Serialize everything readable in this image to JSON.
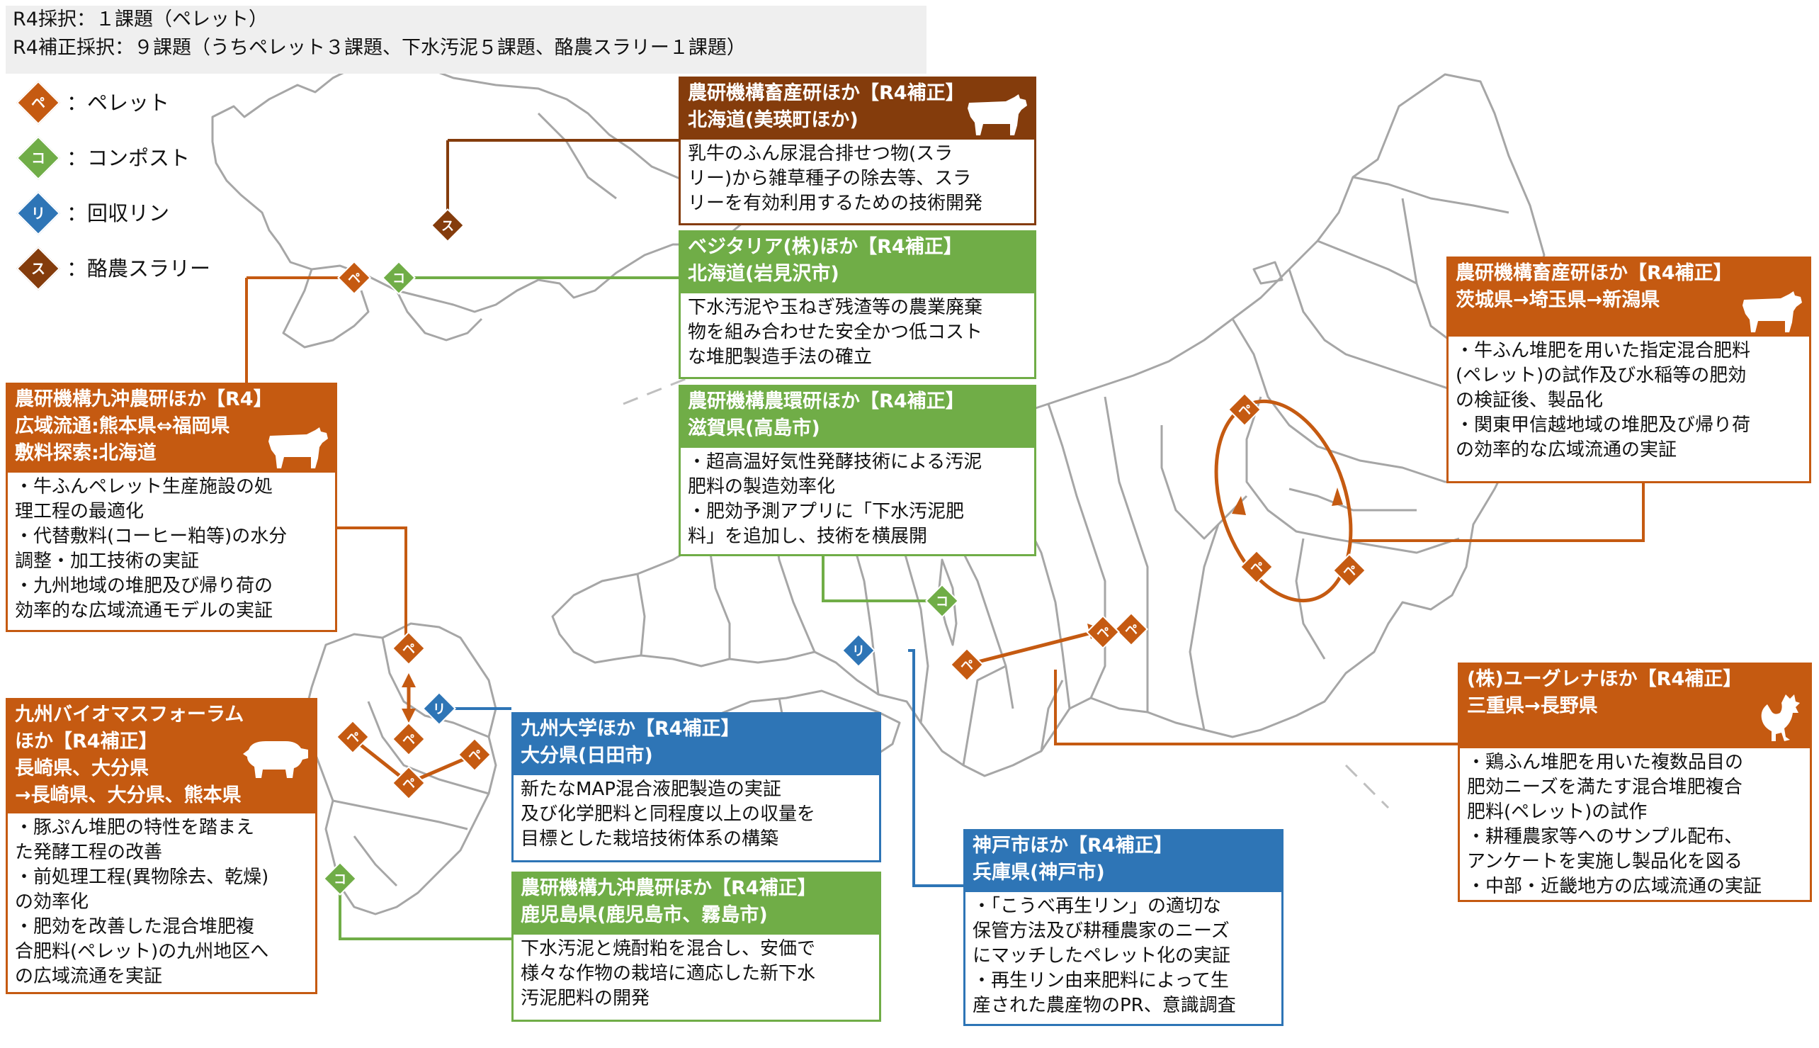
{
  "summary": {
    "line1": "R4採択：１課題（ペレット）",
    "line2": "R4補正採択：９課題（うちペレット３課題、下水汚泥５課題、酪農スラリー１課題）"
  },
  "legend": [
    {
      "char": "ペ",
      "label": "：ペレット",
      "color": "#c55a11"
    },
    {
      "char": "コ",
      "label": "：コンポスト",
      "color": "#70ad47"
    },
    {
      "char": "リ",
      "label": "：回収リン",
      "color": "#2e75b6"
    },
    {
      "char": "ス",
      "label": "：酪農スラリー",
      "color": "#843c0c"
    }
  ],
  "colors": {
    "pellet": "#c55a11",
    "compost": "#70ad47",
    "phosphorus": "#2e75b6",
    "slurry": "#843c0c",
    "map_line": "#a6a6a6"
  },
  "projects": {
    "hokkaido_slurry": {
      "title": [
        "農研機構畜産研ほか【R4補正】",
        "北海道(美瑛町ほか)"
      ],
      "body": [
        "乳牛のふん尿混合排せつ物(スラ",
        "リー)から雑草種子の除去等、スラ",
        "リーを有効利用するための技術開発"
      ],
      "icon": "cow-icon"
    },
    "vegetalia": {
      "title": [
        "ベジタリア(株)ほか【R4補正】",
        "北海道(岩見沢市)"
      ],
      "body": [
        "下水汚泥や玉ねぎ残渣等の農業廃棄",
        "物を組み合わせた安全かつ低コスト",
        "な堆肥製造手法の確立"
      ]
    },
    "shiga": {
      "title": [
        "農研機構農環研ほか【R4補正】",
        "滋賀県(高島市)"
      ],
      "body": [
        "・超高温好気性発酵技術による汚泥",
        "肥料の製造効率化",
        "・肥効予測アプリに「下水汚泥肥",
        "料」を追加し、技術を横展開"
      ]
    },
    "kyushu_okinawa_r4": {
      "title": [
        "農研機構九沖農研ほか【R4】",
        "広域流通:熊本県⇔福岡県",
        "敷料探索:北海道"
      ],
      "body": [
        "・牛ふんペレット生産施設の処",
        "理工程の最適化",
        "・代替敷料(コーヒー粕等)の水分",
        "調整・加工技術の実証",
        "・九州地域の堆肥及び帰り荷の",
        "効率的な広域流通モデルの実証"
      ],
      "icon": "cow-icon"
    },
    "kyushu_biomass": {
      "title": [
        "九州バイオマスフォーラム",
        "ほか【R4補正】",
        "長崎県、大分県",
        "→長崎県、大分県、熊本県"
      ],
      "body": [
        "・豚ぷん堆肥の特性を踏まえ",
        "た発酵工程の改善",
        "・前処理工程(異物除去、乾燥)",
        "の効率化",
        "・肥効を改善した混合堆肥複",
        "合肥料(ペレット)の九州地区へ",
        "の広域流通を実証"
      ],
      "icon": "pig-icon"
    },
    "kyushu_univ": {
      "title": [
        "九州大学ほか【R4補正】",
        "大分県(日田市)"
      ],
      "body": [
        "新たなMAP混合液肥製造の実証",
        "及び化学肥料と同程度以上の収量を",
        "目標とした栽培技術体系の構築"
      ]
    },
    "kagoshima": {
      "title": [
        "農研機構九沖農研ほか【R4補正】",
        "鹿児島県(鹿児島市、霧島市)"
      ],
      "body": [
        "下水汚泥と焼酎粕を混合し、安価で",
        "様々な作物の栽培に適応した新下水",
        "汚泥肥料の開発"
      ]
    },
    "kobe": {
      "title": [
        "神戸市ほか【R4補正】",
        "兵庫県(神戸市)"
      ],
      "body": [
        "・「こうべ再生リン」の適切な",
        "保管方法及び耕種農家のニーズ",
        "にマッチしたペレット化の実証",
        "・再生リン由来肥料によって生",
        "産された農産物のPR、意識調査"
      ]
    },
    "kanto": {
      "title": [
        "農研機構畜産研ほか【R4補正】",
        "茨城県→埼玉県→新潟県"
      ],
      "body": [
        "・牛ふん堆肥を用いた指定混合肥料",
        "(ペレット)の試作及び水稲等の肥効",
        "の検証後、製品化",
        "・関東甲信越地域の堆肥及び帰り荷",
        "の効率的な広域流通の実証"
      ],
      "icon": "cow-icon"
    },
    "euglena": {
      "title": [
        "(株)ユーグレナほか【R4補正】",
        "三重県→長野県"
      ],
      "body": [
        "・鶏ふん堆肥を用いた複数品目の",
        "肥効ニーズを満たす混合堆肥複合",
        "肥料(ペレット)の試作",
        "・耕種農家等へのサンプル配布、",
        "アンケートを実施し製品化を図る",
        "・中部・近畿地方の広域流通の実証"
      ],
      "icon": "chicken-icon"
    }
  },
  "markers": [
    {
      "type": "slurry",
      "char": "ス"
    },
    {
      "type": "pellet",
      "char": "ペ"
    },
    {
      "type": "compost",
      "char": "コ"
    },
    {
      "type": "compost",
      "char": "コ"
    },
    {
      "type": "phosphorus",
      "char": "リ"
    },
    {
      "type": "phosphorus",
      "char": "リ"
    },
    {
      "type": "pellet",
      "char": "ペ"
    },
    {
      "type": "pellet",
      "char": "ペ"
    },
    {
      "type": "pellet",
      "char": "ペ"
    },
    {
      "type": "pellet",
      "char": "ペ"
    },
    {
      "type": "pellet",
      "char": "ペ"
    },
    {
      "type": "pellet",
      "char": "ペ"
    },
    {
      "type": "compost",
      "char": "コ"
    },
    {
      "type": "pellet",
      "char": "ペ"
    },
    {
      "type": "pellet",
      "char": "ペ"
    },
    {
      "type": "pellet",
      "char": "ペ"
    },
    {
      "type": "pellet",
      "char": "ペ"
    },
    {
      "type": "pellet",
      "char": "ペ"
    }
  ]
}
